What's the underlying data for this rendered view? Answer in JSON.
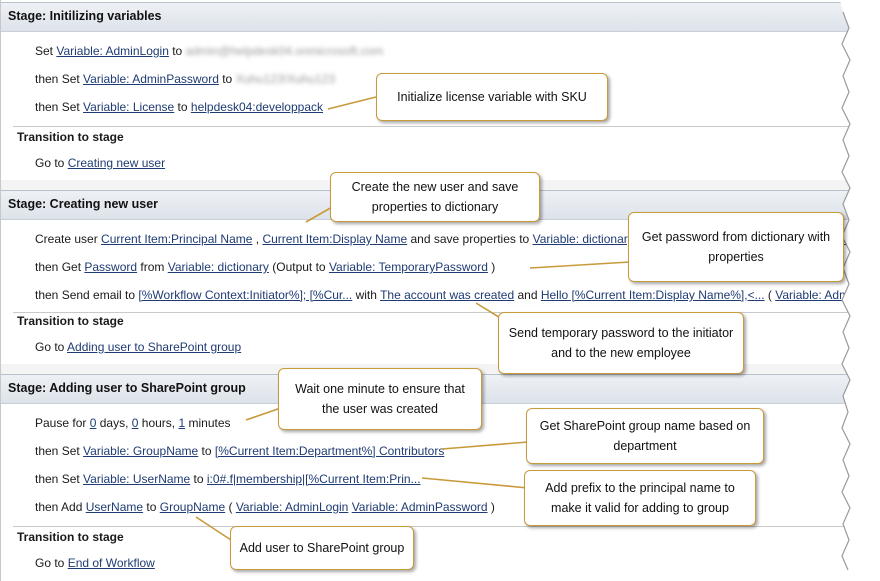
{
  "stage1": {
    "title": "Stage: Initilizing variables",
    "row1": {
      "pre": "Set ",
      "var": "Variable: AdminLogin",
      "mid": " to ",
      "value": "admin@helpdesk04.onmicrosoft.com"
    },
    "row2": {
      "pre": "then Set ",
      "var": "Variable: AdminPassword",
      "mid": " to ",
      "value": "Xuhu123!Xuhu123"
    },
    "row3": {
      "pre": "then Set ",
      "var": "Variable: License",
      "mid": " to ",
      "value": "helpdesk04:developpack"
    },
    "transition": "Transition to stage",
    "goto": {
      "pre": "Go to ",
      "target": "Creating new user"
    }
  },
  "stage2": {
    "title": "Stage: Creating new user",
    "row1": {
      "pre": "Create user ",
      "a": "Current Item:Principal Name",
      "sep": " , ",
      "b": "Current Item:Display Name",
      "mid": " and save properties to ",
      "c": "Variable: dictionary",
      "tail": "sswo"
    },
    "row2": {
      "pre": "then Get ",
      "a": "Password",
      "mid": " from ",
      "b": "Variable: dictionary",
      "out": " (Output to ",
      "c": "Variable: TemporaryPassword",
      "close": " )"
    },
    "row3": {
      "pre": "then Send email to ",
      "a": "[%Workflow Context:Initiator%]; [%Cur...",
      "mid": " with ",
      "b": "The account was created",
      "and": " and ",
      "c": "Hello [%Current Item:Display Name%],<...",
      "paren": " ( ",
      "d": "Variable: AdminL"
    },
    "transition": "Transition to stage",
    "goto": {
      "pre": "Go to ",
      "target": "Adding user to SharePoint group"
    }
  },
  "stage3": {
    "title": "Stage: Adding user to SharePoint group",
    "row1": {
      "pre": "Pause for ",
      "days": "0",
      "t1": " days, ",
      "hours": "0",
      "t2": " hours, ",
      "mins": "1",
      "t3": " minutes"
    },
    "row2": {
      "pre": "then Set ",
      "a": "Variable: GroupName",
      "mid": " to ",
      "b": "[%Current Item:Department%] Contributors"
    },
    "row3": {
      "pre": "then Set ",
      "a": "Variable: UserName",
      "mid": " to ",
      "b": "i:0#.f|membership|[%Current Item:Prin..."
    },
    "row4": {
      "pre": "then Add ",
      "a": "UserName",
      "mid": " to ",
      "b": "GroupName",
      "p1": " ( ",
      "c": "Variable: AdminLogin",
      "sp": " ",
      "d": "Variable: AdminPassword",
      "p2": " )"
    },
    "transition": "Transition to stage",
    "goto": {
      "pre": "Go to ",
      "target": "End of Workflow"
    }
  },
  "callouts": {
    "license": "Initialize license variable with SKU",
    "create": "Create the new user and save properties to dictionary",
    "password": "Get password from dictionary with properties",
    "email": "Send temporary password to the initiator and to the new employee",
    "wait": "Wait one minute to ensure that the user was created",
    "group": "Get SharePoint group name based on department",
    "prefix": "Add prefix to the principal name to make it valid for adding to group",
    "adduser": "Add user to SharePoint group"
  },
  "colors": {
    "link": "#1f3b73",
    "callout_border": "#c99a3a",
    "header_bg": "#dde3ea"
  }
}
